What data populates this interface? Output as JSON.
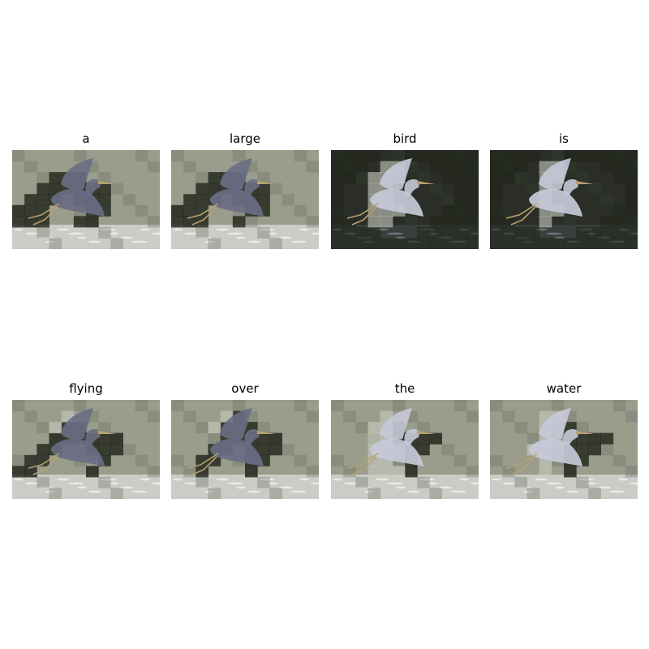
{
  "panels": [
    {
      "word": "a",
      "dark": [
        [
          2,
          3
        ],
        [
          2,
          4
        ],
        [
          2,
          5
        ],
        [
          3,
          2
        ],
        [
          3,
          3
        ],
        [
          3,
          4
        ],
        [
          3,
          5
        ],
        [
          3,
          6
        ],
        [
          3,
          7
        ],
        [
          4,
          1
        ],
        [
          4,
          2
        ],
        [
          4,
          3
        ],
        [
          4,
          5
        ],
        [
          4,
          6
        ],
        [
          4,
          7
        ],
        [
          5,
          0
        ],
        [
          5,
          1
        ],
        [
          5,
          2
        ],
        [
          5,
          6
        ],
        [
          5,
          7
        ],
        [
          6,
          0
        ],
        [
          6,
          1
        ],
        [
          6,
          2
        ],
        [
          6,
          5
        ],
        [
          6,
          6
        ]
      ],
      "light": []
    },
    {
      "word": "large",
      "dark": [
        [
          2,
          3
        ],
        [
          2,
          4
        ],
        [
          2,
          5
        ],
        [
          3,
          2
        ],
        [
          3,
          3
        ],
        [
          3,
          4
        ],
        [
          3,
          5
        ],
        [
          3,
          6
        ],
        [
          3,
          7
        ],
        [
          4,
          1
        ],
        [
          4,
          2
        ],
        [
          4,
          3
        ],
        [
          4,
          5
        ],
        [
          4,
          6
        ],
        [
          4,
          7
        ],
        [
          5,
          0
        ],
        [
          5,
          1
        ],
        [
          5,
          2
        ],
        [
          5,
          6
        ],
        [
          5,
          7
        ],
        [
          6,
          0
        ],
        [
          6,
          1
        ],
        [
          6,
          2
        ],
        [
          6,
          5
        ]
      ],
      "light": []
    },
    {
      "word": "bird",
      "dark": [
        [
          0,
          0
        ],
        [
          0,
          1
        ],
        [
          0,
          2
        ],
        [
          0,
          3
        ],
        [
          0,
          6
        ],
        [
          0,
          7
        ],
        [
          0,
          8
        ],
        [
          0,
          9
        ],
        [
          0,
          10
        ],
        [
          0,
          11
        ],
        [
          1,
          0
        ],
        [
          1,
          1
        ],
        [
          1,
          2
        ],
        [
          1,
          8
        ],
        [
          1,
          9
        ],
        [
          1,
          10
        ],
        [
          1,
          11
        ],
        [
          2,
          0
        ],
        [
          2,
          1
        ],
        [
          2,
          9
        ],
        [
          2,
          10
        ],
        [
          2,
          11
        ],
        [
          3,
          0
        ],
        [
          3,
          10
        ],
        [
          3,
          11
        ],
        [
          4,
          0
        ],
        [
          4,
          10
        ],
        [
          4,
          11
        ],
        [
          5,
          0
        ],
        [
          5,
          9
        ],
        [
          5,
          10
        ],
        [
          5,
          11
        ],
        [
          6,
          0
        ],
        [
          6,
          1
        ],
        [
          6,
          8
        ],
        [
          6,
          9
        ],
        [
          6,
          10
        ],
        [
          6,
          11
        ],
        [
          7,
          0
        ],
        [
          7,
          1
        ],
        [
          7,
          2
        ],
        [
          7,
          3
        ],
        [
          7,
          7
        ],
        [
          7,
          8
        ],
        [
          7,
          9
        ],
        [
          7,
          10
        ],
        [
          7,
          11
        ],
        [
          8,
          0
        ],
        [
          8,
          1
        ],
        [
          8,
          2
        ],
        [
          8,
          3
        ],
        [
          8,
          4
        ],
        [
          8,
          5
        ],
        [
          8,
          6
        ],
        [
          8,
          7
        ],
        [
          8,
          8
        ],
        [
          8,
          9
        ],
        [
          8,
          10
        ],
        [
          8,
          11
        ]
      ],
      "light": [
        [
          1,
          4
        ],
        [
          1,
          5
        ],
        [
          2,
          3
        ],
        [
          2,
          4
        ],
        [
          2,
          5
        ],
        [
          3,
          3
        ],
        [
          3,
          4
        ],
        [
          4,
          3
        ],
        [
          4,
          4
        ],
        [
          5,
          3
        ],
        [
          5,
          4
        ],
        [
          5,
          5
        ],
        [
          6,
          3
        ],
        [
          6,
          4
        ]
      ]
    },
    {
      "word": "is",
      "dark": [
        [
          0,
          0
        ],
        [
          0,
          1
        ],
        [
          0,
          2
        ],
        [
          0,
          3
        ],
        [
          0,
          6
        ],
        [
          0,
          7
        ],
        [
          0,
          8
        ],
        [
          0,
          9
        ],
        [
          0,
          10
        ],
        [
          0,
          11
        ],
        [
          1,
          0
        ],
        [
          1,
          1
        ],
        [
          1,
          2
        ],
        [
          1,
          9
        ],
        [
          1,
          10
        ],
        [
          1,
          11
        ],
        [
          2,
          0
        ],
        [
          2,
          1
        ],
        [
          2,
          10
        ],
        [
          2,
          11
        ],
        [
          3,
          0
        ],
        [
          3,
          11
        ],
        [
          4,
          0
        ],
        [
          4,
          11
        ],
        [
          5,
          0
        ],
        [
          5,
          10
        ],
        [
          5,
          11
        ],
        [
          6,
          0
        ],
        [
          6,
          1
        ],
        [
          6,
          9
        ],
        [
          6,
          10
        ],
        [
          6,
          11
        ],
        [
          7,
          0
        ],
        [
          7,
          1
        ],
        [
          7,
          2
        ],
        [
          7,
          3
        ],
        [
          7,
          7
        ],
        [
          7,
          8
        ],
        [
          7,
          9
        ],
        [
          7,
          10
        ],
        [
          7,
          11
        ],
        [
          8,
          0
        ],
        [
          8,
          1
        ],
        [
          8,
          2
        ],
        [
          8,
          3
        ],
        [
          8,
          4
        ],
        [
          8,
          5
        ],
        [
          8,
          6
        ],
        [
          8,
          7
        ],
        [
          8,
          8
        ],
        [
          8,
          9
        ],
        [
          8,
          10
        ],
        [
          8,
          11
        ]
      ],
      "light": [
        [
          1,
          4
        ],
        [
          1,
          5
        ],
        [
          2,
          4
        ],
        [
          2,
          5
        ],
        [
          3,
          4
        ],
        [
          4,
          4
        ],
        [
          5,
          4
        ],
        [
          5,
          5
        ],
        [
          6,
          4
        ]
      ]
    },
    {
      "word": "flying",
      "dark": [
        [
          2,
          4
        ],
        [
          2,
          5
        ],
        [
          3,
          3
        ],
        [
          3,
          4
        ],
        [
          3,
          5
        ],
        [
          3,
          6
        ],
        [
          3,
          7
        ],
        [
          3,
          8
        ],
        [
          4,
          2
        ],
        [
          4,
          3
        ],
        [
          4,
          6
        ],
        [
          4,
          7
        ],
        [
          4,
          8
        ],
        [
          5,
          1
        ],
        [
          5,
          2
        ],
        [
          5,
          7
        ],
        [
          6,
          0
        ],
        [
          6,
          1
        ],
        [
          6,
          6
        ]
      ],
      "light": [
        [
          1,
          4
        ],
        [
          2,
          3
        ]
      ]
    },
    {
      "word": "over",
      "dark": [
        [
          1,
          5
        ],
        [
          2,
          4
        ],
        [
          2,
          5
        ],
        [
          2,
          6
        ],
        [
          3,
          4
        ],
        [
          3,
          5
        ],
        [
          3,
          6
        ],
        [
          3,
          7
        ],
        [
          3,
          8
        ],
        [
          4,
          3
        ],
        [
          4,
          4
        ],
        [
          4,
          6
        ],
        [
          4,
          7
        ],
        [
          4,
          8
        ],
        [
          5,
          2
        ],
        [
          5,
          3
        ],
        [
          5,
          6
        ],
        [
          5,
          7
        ],
        [
          6,
          2
        ],
        [
          6,
          6
        ]
      ],
      "light": [
        [
          1,
          4
        ],
        [
          2,
          3
        ]
      ]
    },
    {
      "word": "the",
      "dark": [
        [
          2,
          5
        ],
        [
          3,
          5
        ],
        [
          3,
          6
        ],
        [
          3,
          7
        ],
        [
          3,
          8
        ],
        [
          4,
          6
        ],
        [
          4,
          7
        ],
        [
          5,
          6
        ],
        [
          6,
          6
        ]
      ],
      "light": [
        [
          1,
          4
        ],
        [
          2,
          3
        ],
        [
          2,
          4
        ],
        [
          3,
          3
        ],
        [
          3,
          4
        ],
        [
          4,
          3
        ],
        [
          4,
          4
        ],
        [
          5,
          3
        ],
        [
          5,
          4
        ],
        [
          6,
          3
        ],
        [
          6,
          4
        ],
        [
          6,
          5
        ]
      ]
    },
    {
      "word": "water",
      "dark": [
        [
          2,
          6
        ],
        [
          3,
          6
        ],
        [
          3,
          7
        ],
        [
          3,
          8
        ],
        [
          3,
          9
        ],
        [
          4,
          6
        ],
        [
          4,
          7
        ],
        [
          4,
          8
        ],
        [
          5,
          6
        ],
        [
          5,
          7
        ],
        [
          6,
          6
        ]
      ],
      "light": [
        [
          1,
          4
        ],
        [
          1,
          5
        ],
        [
          2,
          4
        ],
        [
          3,
          4
        ],
        [
          4,
          3
        ],
        [
          4,
          4
        ],
        [
          5,
          4
        ],
        [
          6,
          4
        ]
      ]
    }
  ],
  "colors": {
    "base_light": "#9a9c8c",
    "base_dark": "#2a2e26",
    "mid": "#6e7164",
    "dark_tile": "#1f2419",
    "light_tile": "#c9cbc2",
    "bird": "#6a6e84",
    "bird_light": "#c7cad8",
    "water": "#dadcd8",
    "legs": "#b8a070"
  }
}
